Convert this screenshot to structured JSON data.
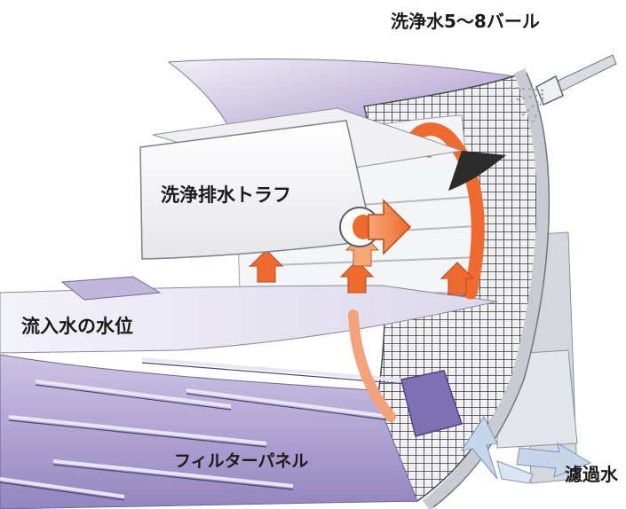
{
  "labels": {
    "spray_water": "洗浄水5〜8バール",
    "trough": "洗浄排水トラフ",
    "inflow_level": "流入水の水位",
    "filter_panel": "フィルターパネル",
    "filtrate": "濾過水"
  },
  "colors": {
    "drum_light": "#ebe6f2",
    "drum_shade": "#b3a7cf",
    "drum_dark": "#8f83b8",
    "water_surface": "#efedf6",
    "trough_face": "#fbfbfc",
    "frame_grey": "#c9cdd4",
    "arrow_orange": "#ee6a2e",
    "arrow_light": "#f7a678",
    "mesh": "#3a3a3a",
    "panel_violet": "#7f6fb3",
    "flow_blue": "#c5d6ea"
  },
  "icons": {
    "spray_nozzle": "spray-nozzle-icon",
    "flow_arrow": "flow-arrow-icon"
  }
}
